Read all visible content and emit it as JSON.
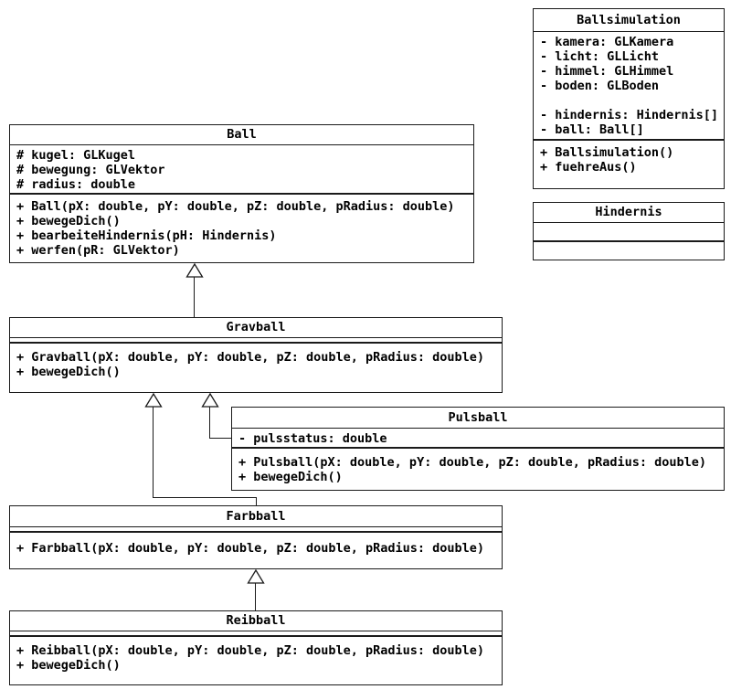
{
  "classes": {
    "ballsimulation": {
      "name": "Ballsimulation",
      "attributes": [
        "- kamera: GLKamera",
        "- licht: GLLicht",
        "- himmel: GLHimmel",
        "- boden: GLBoden",
        "",
        "- hindernis: Hindernis[]",
        "- ball: Ball[]"
      ],
      "methods": [
        "+ Ballsimulation()",
        "+ fuehreAus()"
      ]
    },
    "ball": {
      "name": "Ball",
      "attributes": [
        "# kugel: GLKugel",
        "# bewegung: GLVektor",
        "# radius: double"
      ],
      "methods": [
        "+ Ball(pX: double, pY: double, pZ: double, pRadius: double)",
        "+ bewegeDich()",
        "+ bearbeiteHindernis(pH: Hindernis)",
        "+ werfen(pR: GLVektor)"
      ]
    },
    "hindernis": {
      "name": "Hindernis",
      "attributes": [],
      "methods": []
    },
    "gravball": {
      "name": "Gravball",
      "attributes": [],
      "methods": [
        "+ Gravball(pX: double, pY: double, pZ: double, pRadius: double)",
        "+ bewegeDich()"
      ]
    },
    "pulsball": {
      "name": "Pulsball",
      "attributes": [
        "- pulsstatus: double"
      ],
      "methods": [
        "+ Pulsball(pX: double, pY: double, pZ: double, pRadius: double)",
        "+ bewegeDich()"
      ]
    },
    "farbball": {
      "name": "Farbball",
      "attributes": [],
      "methods": [
        "+ Farbball(pX: double, pY: double, pZ: double, pRadius: double)"
      ]
    },
    "reibball": {
      "name": "Reibball",
      "attributes": [],
      "methods": [
        "+ Reibball(pX: double, pY: double, pZ: double, pRadius: double)",
        "+ bewegeDich()"
      ]
    }
  },
  "relationships": [
    {
      "type": "inheritance",
      "from": "Gravball",
      "to": "Ball"
    },
    {
      "type": "inheritance",
      "from": "Farbball",
      "to": "Gravball"
    },
    {
      "type": "inheritance",
      "from": "Pulsball",
      "to": "Gravball"
    },
    {
      "type": "inheritance",
      "from": "Reibball",
      "to": "Farbball"
    }
  ],
  "colors": {
    "line": "#1a1a1a",
    "background": "#ffffff",
    "text": "#000000"
  }
}
